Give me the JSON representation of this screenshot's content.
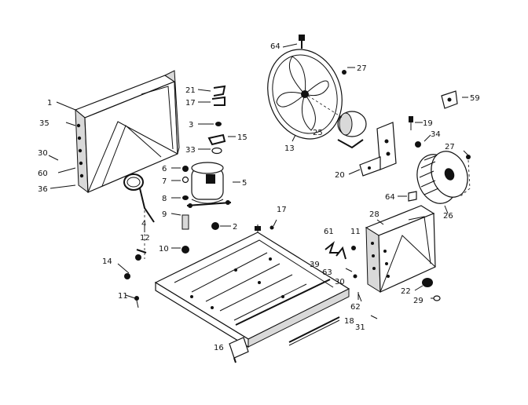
{
  "callouts": [
    "1",
    "35",
    "30",
    "60",
    "36",
    "21",
    "17",
    "3",
    "15",
    "33",
    "6",
    "7",
    "5",
    "8",
    "9",
    "2",
    "10",
    "4",
    "12",
    "14",
    "11",
    "64",
    "27",
    "13",
    "25",
    "19",
    "34",
    "20",
    "27",
    "26",
    "64",
    "28",
    "61",
    "11",
    "39",
    "63",
    "30",
    "62",
    "22",
    "29",
    "31",
    "17",
    "18",
    "16",
    "11",
    "59"
  ]
}
